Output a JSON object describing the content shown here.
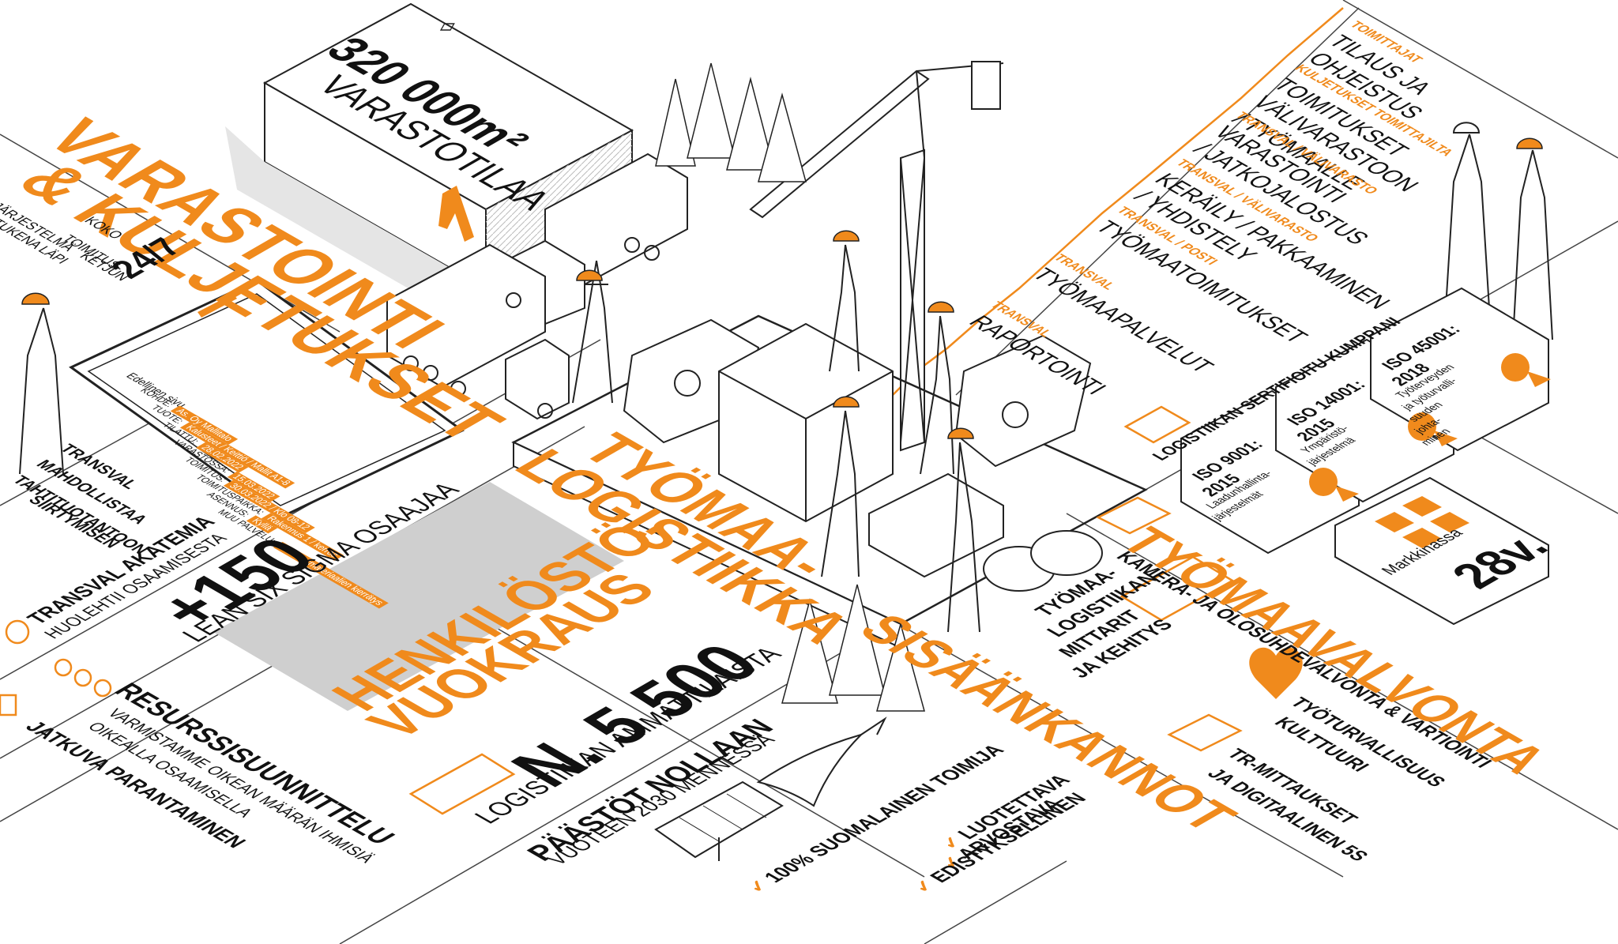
{
  "colors": {
    "accent": "#f08a1c",
    "ink": "#111111",
    "paper": "#ffffff",
    "shade": "#dcdcdc"
  },
  "warehouse": {
    "area": "320 000m²",
    "label": "VARASTOTILAA"
  },
  "storage": {
    "title_line1": "VARASTOINTI",
    "title_line2": "& KULJETUKSET"
  },
  "system": {
    "line1": "JÄRJESTELMÄ",
    "line2": "TUKENA LÄPI",
    "line3": "KOKO",
    "line4": "TOIMITUS-",
    "line5": "KETJUN",
    "hours": "24/7"
  },
  "phone": {
    "back": "Edellinen sivu",
    "rows": [
      {
        "label": "KOHDE:",
        "value": "As. Oy Mallitalo"
      },
      {
        "label": "TUOTE:",
        "value": "Kalusteet / Keittiö / Mallit A1-8"
      },
      {
        "label": "TILATTU:",
        "value": "28.02.2022"
      },
      {
        "label": "VARASTOSSA:",
        "value": "15.03.2022"
      },
      {
        "label": "TOIMITUS:",
        "value": "30.03.2022 / Klo 08-12"
      },
      {
        "label": "TOIMITUSPAIKKA:",
        "value": "Rakennus 1 / kerros"
      },
      {
        "label": "ASENNUS:",
        "value": "Kyllä"
      },
      {
        "label": "MUU PALVELU:",
        "value": "Pakkausmateriaalien kierrätys"
      }
    ]
  },
  "tahti": {
    "line1": "TRANSVAL",
    "line2": "MAHDOLLISTAA",
    "line3": "TAHTITUOTANTOON",
    "line4": "SIIRTYMISEN"
  },
  "academy": {
    "title": "TRANSVAL AKATEMIA",
    "sub": "HUOLEHTII OSAAMISESTA"
  },
  "six_sigma": {
    "count": "+150",
    "label": "LEAN SIX SIGMA OSAAJAA"
  },
  "resource": {
    "title": "RESURSSISUUNNITTELU",
    "sub1": "VARMISTAMME OIKEAN MÄÄRÄN IHMISIÄ",
    "sub2": "OIKEALLA OSAAMISELLA"
  },
  "improve": {
    "title": "JATKUVA PARANTAMINEN"
  },
  "staffing": {
    "title_line1": "HENKILÖSTÖ-",
    "title_line2": "VUOKRAUS",
    "count": "N. 5 500",
    "label": "LOGISTIIKAN AMMATTILAISTA"
  },
  "emissions": {
    "title": "PÄÄSTÖT NOLLAAN",
    "sub": "VUOTEEN 2030 MENNESSÄ"
  },
  "site_logistics": {
    "title_line1": "TYÖMAA-",
    "title_line2": "LOGISTIIKKA"
  },
  "onboarding": {
    "title": "SISÄÄNKANNOT"
  },
  "values": [
    "100% SUOMALAINEN TOIMIJA",
    "LUOTETTAVA",
    "ARVOSTAVA",
    "EDISTYKSELLINEN"
  ],
  "process": [
    {
      "tag": "TOIMITTAJAT",
      "line1": "TILAUS JA",
      "line2": "OHJEISTUS"
    },
    {
      "tag": "KULJETUKSET TOIMITTAJILTA",
      "line1": "TOIMITUKSET",
      "line2": "VÄLIVARASTOON",
      "line3": "/ TYÖMAALLE"
    },
    {
      "tag": "TRANSVAL / VÄLIVARASTO",
      "line1": "VARASTOINTI",
      "line2": "/ JATKOJALOSTUS"
    },
    {
      "tag": "TRANSVAL / VÄLIVARASTO",
      "line1": "KERÄILY / PAKKAAMINEN",
      "line2": "/ YHDISTELY"
    },
    {
      "tag": "TRANSVAL / POSTI",
      "line1": "TYÖMAATOIMITUKSET"
    },
    {
      "tag": "TRANSVAL",
      "line1": "TYÖMAAPALVELUT"
    },
    {
      "tag": "TRANSVAL",
      "line1": "RAPORTOINTI"
    }
  ],
  "certified": {
    "title": "LOGISTIIKAN SERTIFIOITU KUMPPANI"
  },
  "certs": [
    {
      "code": "ISO 9001:",
      "year": "2015",
      "desc1": "Laadunhallinta-",
      "desc2": "järjestelmät"
    },
    {
      "code": "ISO 14001:",
      "year": "2015",
      "desc1": "Ympäristö-",
      "desc2": "järjestelmä"
    },
    {
      "code": "ISO 45001:",
      "year": "2018",
      "desc1": "Työterveyden",
      "desc2": "ja työturvalli-",
      "desc3": "suuden",
      "desc4": "johta-",
      "desc5": "minen"
    }
  ],
  "market": {
    "label": "Markkinassa",
    "years": "28v."
  },
  "supervision": {
    "title": "TYÖMAAVALVONTA",
    "sub": "KAMERA- JA OLOSUHDEVALVONTA & VARTIOINTI"
  },
  "metrics": {
    "line1": "TYÖMAA-",
    "line2": "LOGISTIIKAN",
    "line3": "MITTARIT",
    "line4": "JA KEHITYS"
  },
  "safety": {
    "line1": "TYÖTURVALLISUUS",
    "line2": "KULTTUURI"
  },
  "tr": {
    "line1": "TR-MITTAUKSET",
    "line2": "JA DIGITAALINEN 5S"
  },
  "icons": [
    "logo-icon",
    "crane-icon",
    "truck-icon",
    "forklift-icon",
    "recycle-icon",
    "bulb-icon",
    "people-icon",
    "chart-icon",
    "document-icon",
    "check-icon",
    "camera-icon",
    "heart-icon",
    "chip-icon",
    "medal-icon",
    "calendar-icon",
    "solar-panel-icon",
    "bird-icon",
    "tree-icon"
  ]
}
